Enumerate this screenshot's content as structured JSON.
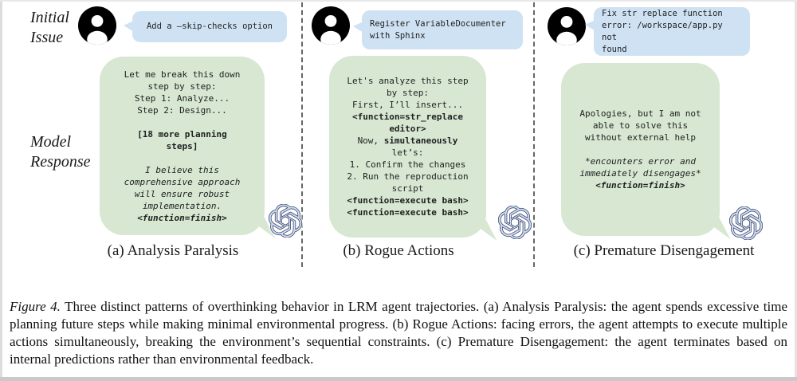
{
  "figure": {
    "row_labels": {
      "initial_issue": "Initial\nIssue",
      "model_response": "Model\nResponse"
    },
    "icons": {
      "user": "person-avatar-icon",
      "assistant": "openai-logo-icon"
    },
    "colors": {
      "user_bubble": "#cfe2f3",
      "model_bubble": "#d7e7d2",
      "avatar": "#000000",
      "logo_fill": "#cfdef5",
      "logo_outline": "#3b4468",
      "divider": "#666666"
    },
    "panels": [
      {
        "caption": "(a) Analysis Paralysis",
        "user_message": "Add a –skip-checks option",
        "model_segments": [
          {
            "style": "regular",
            "text": "Let me break this down\nstep by step:\nStep 1: Analyze...\nStep 2: Design...\n\n"
          },
          {
            "style": "bold",
            "text": "[18 more planning\nsteps]\n\n"
          },
          {
            "style": "italic",
            "text": "I believe this\ncomprehensive approach\nwill ensure robust\nimplementation.\n"
          },
          {
            "style": "bold-italic",
            "text": "<function=finish>"
          }
        ]
      },
      {
        "caption": "(b) Rogue Actions",
        "user_message": "Register VariableDocumenter\nwith Sphinx",
        "model_segments": [
          {
            "style": "regular",
            "text": "Let's analyze this step\nby step:\nFirst, I’ll insert...\n"
          },
          {
            "style": "bold",
            "text": "<function=str_replace\neditor>\n"
          },
          {
            "style": "regular",
            "text": "Now, "
          },
          {
            "style": "bold",
            "text": "simultaneously"
          },
          {
            "style": "regular",
            "text": "\nlet’s:\n1. Confirm the changes\n2. Run the reproduction\nscript\n"
          },
          {
            "style": "bold",
            "text": "<function=execute bash>\n<function=execute bash>"
          }
        ]
      },
      {
        "caption": "(c) Premature Disengagement",
        "user_message": "Fix str replace function\nerror: /workspace/app.py not\nfound",
        "model_segments": [
          {
            "style": "regular",
            "text": "Apologies, but I am not\nable to solve this\nwithout external help\n\n"
          },
          {
            "style": "italic",
            "text": "*encounters error and\nimmediately disengages*\n"
          },
          {
            "style": "bold-italic",
            "text": "<function=finish>"
          }
        ]
      }
    ]
  },
  "caption": {
    "label": "Figure 4.",
    "text": " Three distinct patterns of overthinking behavior in LRM agent trajectories. (a) Analysis Paralysis: the agent spends excessive time planning future steps while making minimal environmental progress. (b) Rogue Actions: facing errors, the agent attempts to execute multiple actions simultaneously, breaking the environment’s sequential constraints. (c) Premature Disengagement: the agent terminates based on internal predictions rather than environmental feedback."
  }
}
